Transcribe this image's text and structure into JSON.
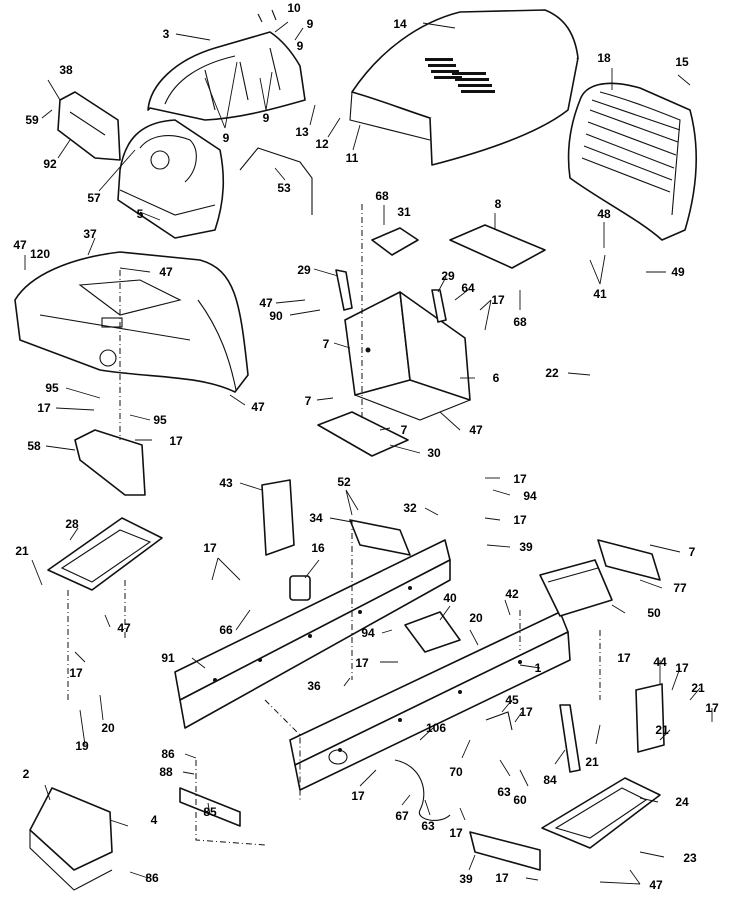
{
  "callouts": [
    {
      "id": "c-10a",
      "text": "10"
    },
    {
      "id": "c-9a",
      "text": "9"
    },
    {
      "id": "c-3",
      "text": "3"
    },
    {
      "id": "c-9b",
      "text": "9"
    },
    {
      "id": "c-14",
      "text": "14"
    },
    {
      "id": "c-38",
      "text": "38"
    },
    {
      "id": "c-59",
      "text": "59"
    },
    {
      "id": "c-92",
      "text": "92"
    },
    {
      "id": "c-9c",
      "text": "9"
    },
    {
      "id": "c-9d",
      "text": "9"
    },
    {
      "id": "c-13",
      "text": "13"
    },
    {
      "id": "c-12",
      "text": "12"
    },
    {
      "id": "c-11",
      "text": "11"
    },
    {
      "id": "c-18",
      "text": "18"
    },
    {
      "id": "c-15",
      "text": "15"
    },
    {
      "id": "c-57",
      "text": "57"
    },
    {
      "id": "c-53",
      "text": "53"
    },
    {
      "id": "c-5",
      "text": "5"
    },
    {
      "id": "c-68a",
      "text": "68"
    },
    {
      "id": "c-31",
      "text": "31"
    },
    {
      "id": "c-8",
      "text": "8"
    },
    {
      "id": "c-48",
      "text": "48"
    },
    {
      "id": "c-47a",
      "text": "47"
    },
    {
      "id": "c-120",
      "text": "120"
    },
    {
      "id": "c-37",
      "text": "37"
    },
    {
      "id": "c-47b",
      "text": "47"
    },
    {
      "id": "c-29a",
      "text": "29"
    },
    {
      "id": "c-49",
      "text": "49"
    },
    {
      "id": "c-29b",
      "text": "29"
    },
    {
      "id": "c-64",
      "text": "64"
    },
    {
      "id": "c-17a",
      "text": "17"
    },
    {
      "id": "c-41",
      "text": "41"
    },
    {
      "id": "c-47c",
      "text": "47"
    },
    {
      "id": "c-90",
      "text": "90"
    },
    {
      "id": "c-68b",
      "text": "68"
    },
    {
      "id": "c-7a",
      "text": "7"
    },
    {
      "id": "c-6",
      "text": "6"
    },
    {
      "id": "c-22",
      "text": "22"
    },
    {
      "id": "c-95a",
      "text": "95"
    },
    {
      "id": "c-7b",
      "text": "7"
    },
    {
      "id": "c-47d",
      "text": "47"
    },
    {
      "id": "c-17b",
      "text": "17"
    },
    {
      "id": "c-95b",
      "text": "95"
    },
    {
      "id": "c-7c",
      "text": "7"
    },
    {
      "id": "c-47e",
      "text": "47"
    },
    {
      "id": "c-17c",
      "text": "17"
    },
    {
      "id": "c-58",
      "text": "58"
    },
    {
      "id": "c-30",
      "text": "30"
    },
    {
      "id": "c-17d",
      "text": "17"
    },
    {
      "id": "c-43",
      "text": "43"
    },
    {
      "id": "c-52",
      "text": "52"
    },
    {
      "id": "c-94a",
      "text": "94"
    },
    {
      "id": "c-32",
      "text": "32"
    },
    {
      "id": "c-34",
      "text": "34"
    },
    {
      "id": "c-17e",
      "text": "17"
    },
    {
      "id": "c-28",
      "text": "28"
    },
    {
      "id": "c-39a",
      "text": "39"
    },
    {
      "id": "c-16",
      "text": "16"
    },
    {
      "id": "c-7d",
      "text": "7"
    },
    {
      "id": "c-21a",
      "text": "21"
    },
    {
      "id": "c-17f",
      "text": "17"
    },
    {
      "id": "c-77",
      "text": "77"
    },
    {
      "id": "c-42",
      "text": "42"
    },
    {
      "id": "c-40",
      "text": "40"
    },
    {
      "id": "c-66",
      "text": "66"
    },
    {
      "id": "c-50",
      "text": "50"
    },
    {
      "id": "c-20a",
      "text": "20"
    },
    {
      "id": "c-47f",
      "text": "47"
    },
    {
      "id": "c-94b",
      "text": "94"
    },
    {
      "id": "c-17g",
      "text": "17"
    },
    {
      "id": "c-91",
      "text": "91"
    },
    {
      "id": "c-17h",
      "text": "17"
    },
    {
      "id": "c-1",
      "text": "1"
    },
    {
      "id": "c-44",
      "text": "44"
    },
    {
      "id": "c-17i",
      "text": "17"
    },
    {
      "id": "c-17j",
      "text": "17"
    },
    {
      "id": "c-36",
      "text": "36"
    },
    {
      "id": "c-21b",
      "text": "21"
    },
    {
      "id": "c-45",
      "text": "45"
    },
    {
      "id": "c-17k",
      "text": "17"
    },
    {
      "id": "c-17l",
      "text": "17"
    },
    {
      "id": "c-20b",
      "text": "20"
    },
    {
      "id": "c-19",
      "text": "19"
    },
    {
      "id": "c-106",
      "text": "106"
    },
    {
      "id": "c-21c",
      "text": "21"
    },
    {
      "id": "c-21d",
      "text": "21"
    },
    {
      "id": "c-86a",
      "text": "86"
    },
    {
      "id": "c-70",
      "text": "70"
    },
    {
      "id": "c-88",
      "text": "88"
    },
    {
      "id": "c-2",
      "text": "2"
    },
    {
      "id": "c-17m",
      "text": "17"
    },
    {
      "id": "c-63a",
      "text": "63"
    },
    {
      "id": "c-84",
      "text": "84"
    },
    {
      "id": "c-60",
      "text": "60"
    },
    {
      "id": "c-24",
      "text": "24"
    },
    {
      "id": "c-4",
      "text": "4"
    },
    {
      "id": "c-85",
      "text": "85"
    },
    {
      "id": "c-67",
      "text": "67"
    },
    {
      "id": "c-63b",
      "text": "63"
    },
    {
      "id": "c-17n",
      "text": "17"
    },
    {
      "id": "c-23",
      "text": "23"
    },
    {
      "id": "c-86b",
      "text": "86"
    },
    {
      "id": "c-39b",
      "text": "39"
    },
    {
      "id": "c-17o",
      "text": "17"
    },
    {
      "id": "c-47g",
      "text": "47"
    }
  ]
}
